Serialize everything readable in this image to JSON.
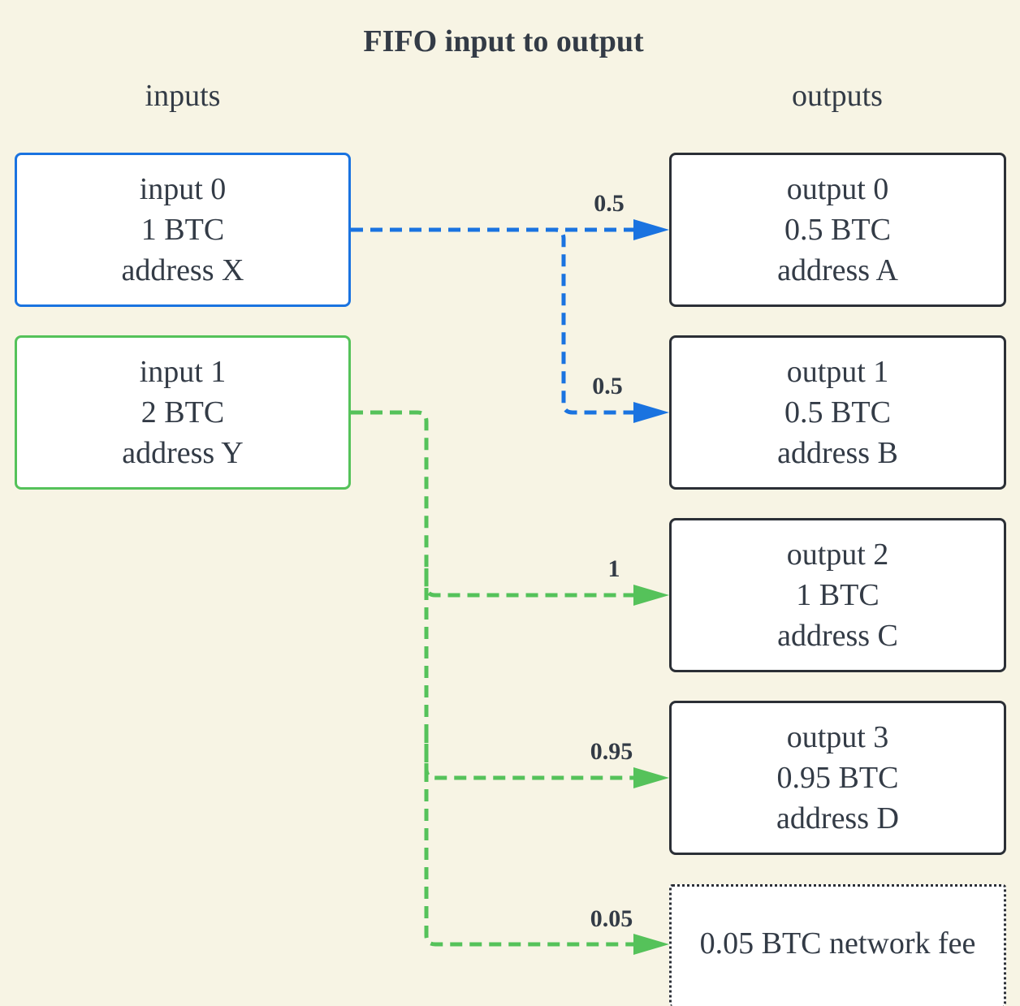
{
  "title": "FIFO input to output",
  "headers": {
    "inputs": "inputs",
    "outputs": "outputs"
  },
  "colors": {
    "blue": "#1a73e0",
    "green": "#55c25a",
    "border": "#2b2f36",
    "background": "#f7f4e4"
  },
  "inputs": [
    {
      "label": "input 0",
      "amount": "1 BTC",
      "address": "address X"
    },
    {
      "label": "input 1",
      "amount": "2 BTC",
      "address": "address Y"
    }
  ],
  "outputs": [
    {
      "label": "output 0",
      "amount": "0.5 BTC",
      "address": "address A"
    },
    {
      "label": "output 1",
      "amount": "0.5 BTC",
      "address": "address B"
    },
    {
      "label": "output 2",
      "amount": "1 BTC",
      "address": "address C"
    },
    {
      "label": "output 3",
      "amount": "0.95 BTC",
      "address": "address D"
    }
  ],
  "fee": {
    "label": "0.05 BTC network fee"
  },
  "flows": [
    {
      "from": "input 0",
      "to": "output 0",
      "value": "0.5"
    },
    {
      "from": "input 0",
      "to": "output 1",
      "value": "0.5"
    },
    {
      "from": "input 1",
      "to": "output 2",
      "value": "1"
    },
    {
      "from": "input 1",
      "to": "output 3",
      "value": "0.95"
    },
    {
      "from": "input 1",
      "to": "0.05 BTC network fee",
      "value": "0.05"
    }
  ]
}
